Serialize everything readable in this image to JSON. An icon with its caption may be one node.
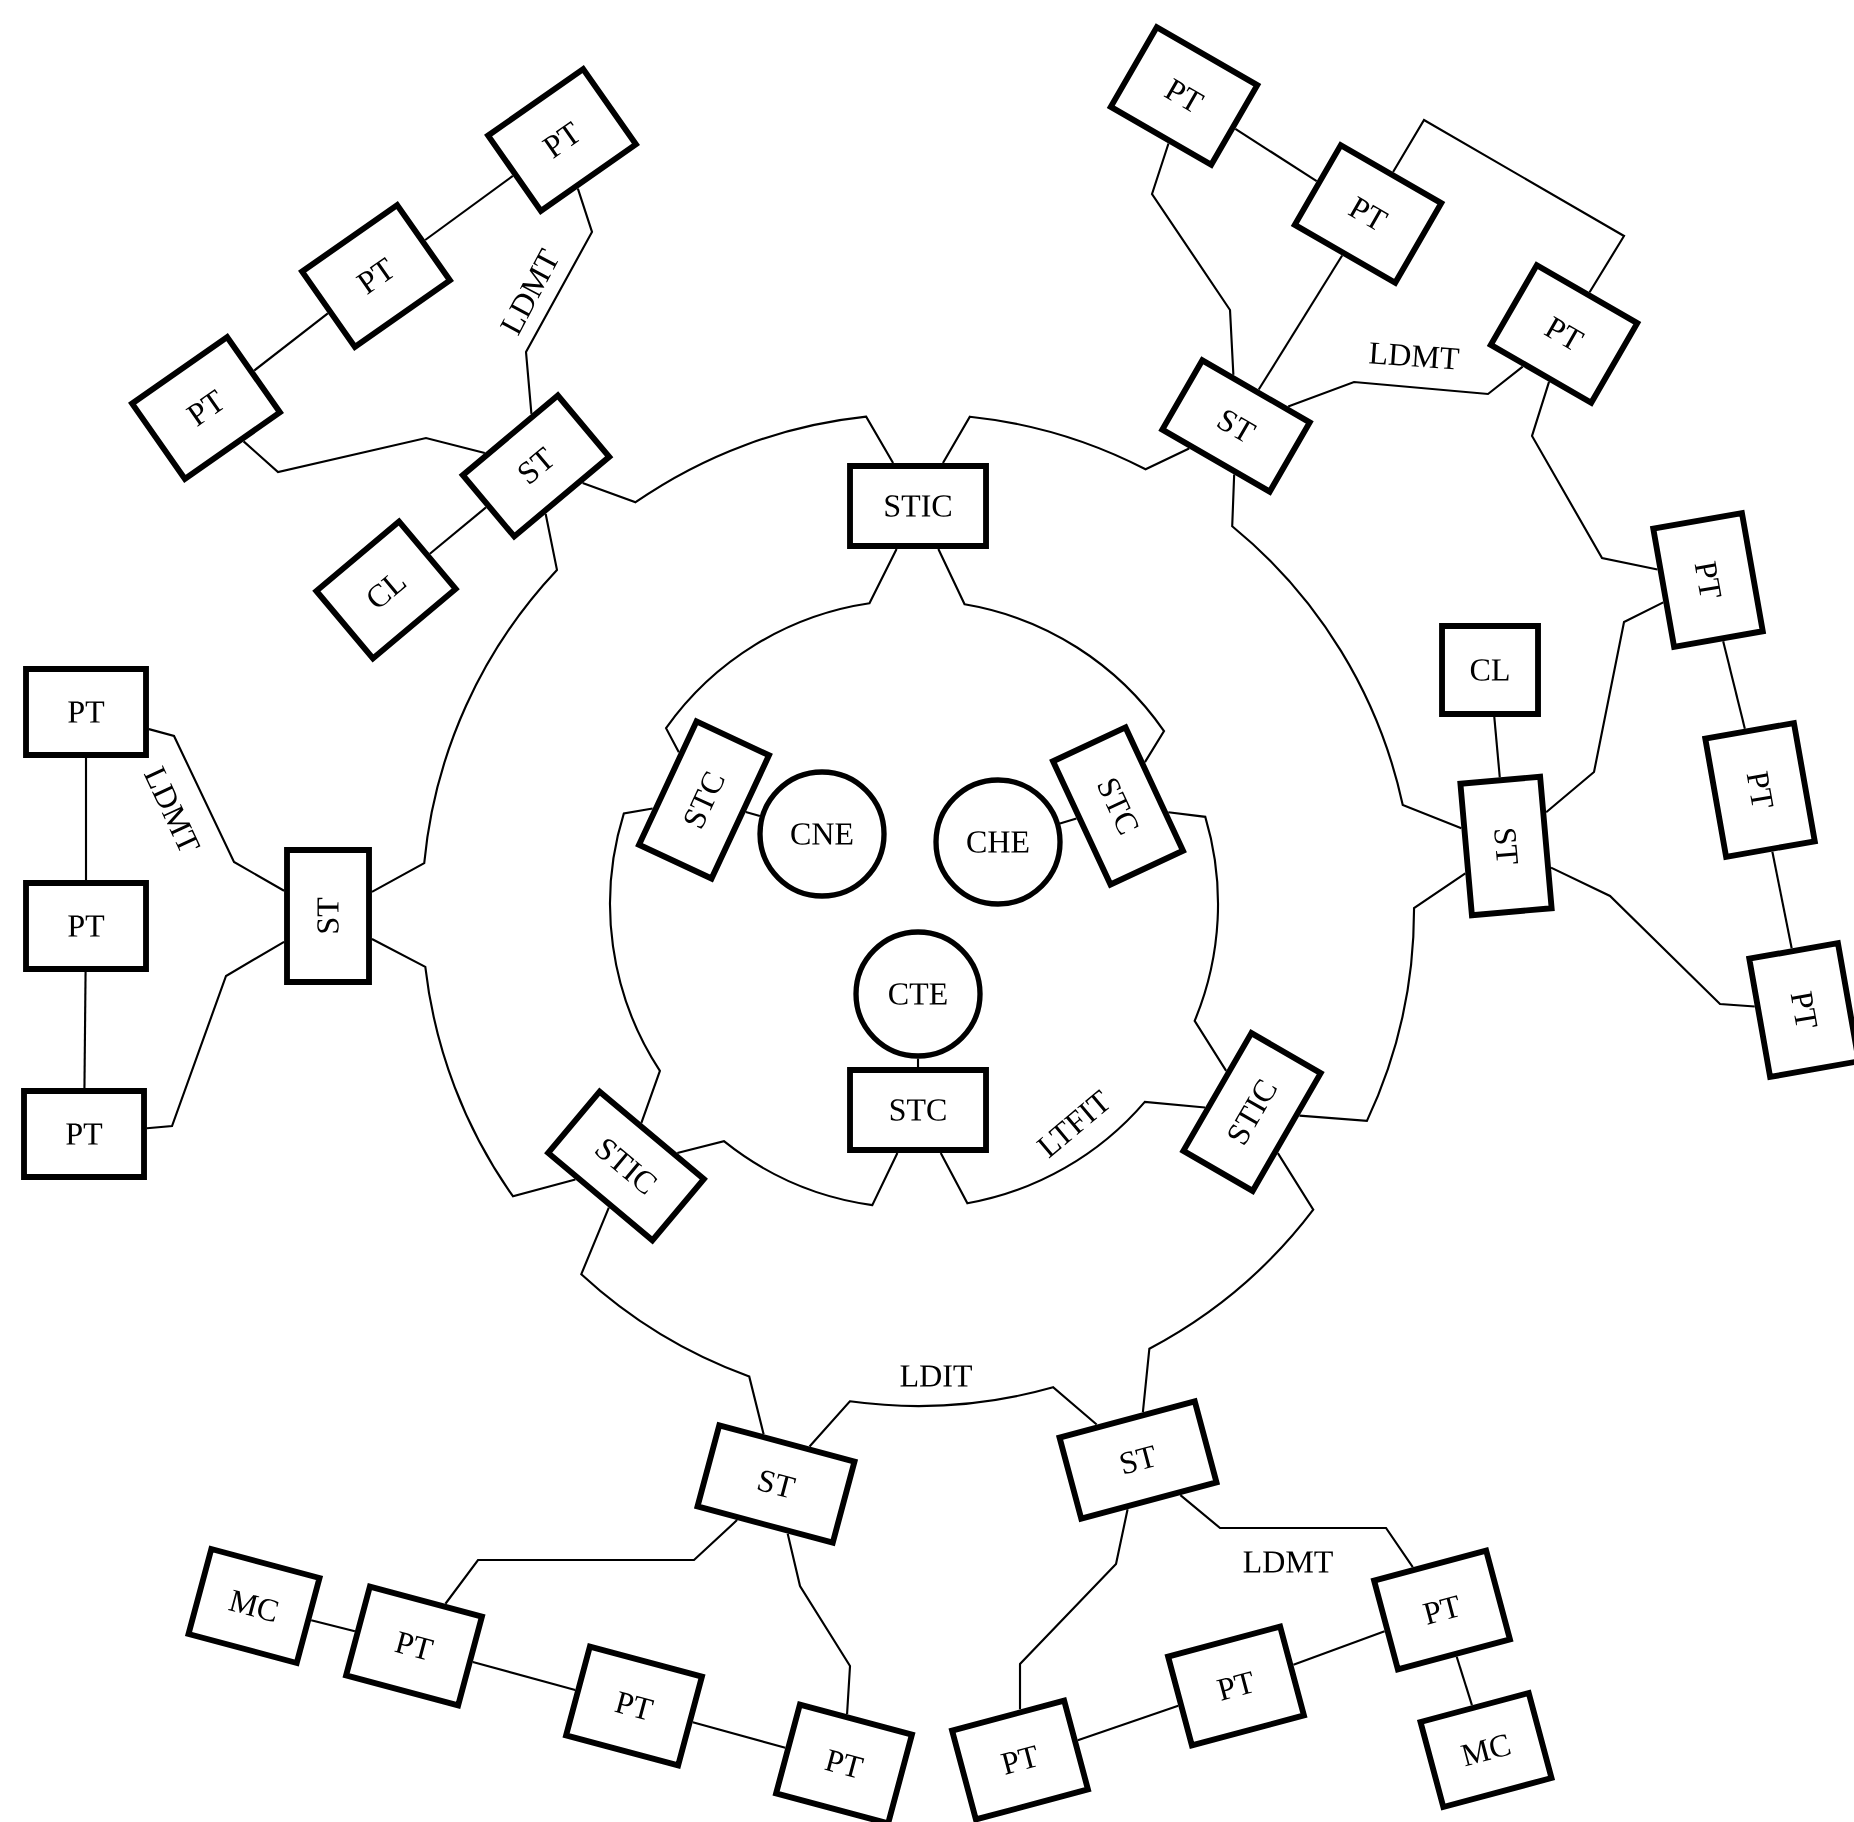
{
  "diagram": {
    "nodes": [
      {
        "text": [
          "PT"
        ]
      },
      {
        "text": [
          "PT"
        ]
      },
      {
        "text": [
          "PT"
        ]
      },
      {
        "text": [
          "PT"
        ]
      },
      {
        "text": [
          "PT"
        ]
      },
      {
        "text": [
          "PT"
        ]
      },
      {
        "text": [
          "ST"
        ]
      },
      {
        "text": [
          "ST"
        ]
      },
      {
        "text": [
          "STIC"
        ]
      },
      {
        "text": [
          "CL"
        ]
      },
      {
        "text": [
          "PT"
        ]
      },
      {
        "text": [
          "CL"
        ]
      },
      {
        "text": [
          "PT"
        ]
      },
      {
        "text": [
          "PT"
        ]
      },
      {
        "text": [
          "STC"
        ]
      },
      {
        "text": [
          "CNE"
        ]
      },
      {
        "text": [
          "CHE"
        ]
      },
      {
        "text": [
          "STC"
        ]
      },
      {
        "text": [
          "ST"
        ]
      },
      {
        "text": [
          "ST"
        ]
      },
      {
        "text": [
          "PT"
        ]
      },
      {
        "text": [
          "CTE"
        ]
      },
      {
        "text": [
          "PT"
        ]
      },
      {
        "text": [
          "STC"
        ]
      },
      {
        "text": [
          "STIC"
        ]
      },
      {
        "text": [
          "PT"
        ]
      },
      {
        "text": [
          "STIC"
        ]
      },
      {
        "text": [
          "ST"
        ]
      },
      {
        "text": [
          "ST"
        ]
      },
      {
        "text": [
          "PT"
        ]
      },
      {
        "text": [
          "MC"
        ]
      },
      {
        "text": [
          "PT"
        ]
      },
      {
        "text": [
          "PT"
        ]
      },
      {
        "text": [
          "PT"
        ]
      },
      {
        "text": [
          "MC"
        ]
      },
      {
        "text": [
          "PT"
        ]
      },
      {
        "text": [
          "PT"
        ]
      }
    ],
    "edges": [
      {
        "from": 8,
        "to": 6,
        "arrow": "none"
      },
      {
        "from": 6,
        "to": 18,
        "arrow": "none"
      },
      {
        "from": 18,
        "to": 24,
        "arrow": "none"
      },
      {
        "from": 24,
        "to": 27,
        "arrow": "none"
      },
      {
        "from": 27,
        "to": 28,
        "arrow": "none",
        "label": "LDIT"
      },
      {
        "from": 28,
        "to": 26,
        "arrow": "none"
      },
      {
        "from": 26,
        "to": 19,
        "arrow": "none"
      },
      {
        "from": 19,
        "to": 7,
        "arrow": "none"
      },
      {
        "from": 7,
        "to": 8,
        "arrow": "none"
      },
      {
        "from": 8,
        "to": 17,
        "arrow": "none"
      },
      {
        "from": 17,
        "to": 24,
        "arrow": "none"
      },
      {
        "from": 24,
        "to": 23,
        "arrow": "none",
        "label": "LTFIT"
      },
      {
        "from": 23,
        "to": 26,
        "arrow": "none"
      },
      {
        "from": 26,
        "to": 14,
        "arrow": "none"
      },
      {
        "from": 14,
        "to": 8,
        "arrow": "none"
      },
      {
        "from": 14,
        "to": 15,
        "arrow": "none"
      },
      {
        "from": 17,
        "to": 16,
        "arrow": "none"
      },
      {
        "from": 21,
        "to": 23,
        "arrow": "none"
      },
      {
        "from": 1,
        "to": 3,
        "arrow": "none"
      },
      {
        "from": 3,
        "to": 5,
        "arrow": "none"
      },
      {
        "from": 1,
        "to": 7,
        "arrow": "none",
        "label": "LDMT"
      },
      {
        "from": 5,
        "to": 7,
        "arrow": "none"
      },
      {
        "from": 9,
        "to": 7,
        "arrow": "none"
      },
      {
        "from": 12,
        "to": 20,
        "arrow": "none"
      },
      {
        "from": 20,
        "to": 25,
        "arrow": "none"
      },
      {
        "from": 12,
        "to": 19,
        "arrow": "none",
        "label": "LDMT"
      },
      {
        "from": 25,
        "to": 19,
        "arrow": "none"
      },
      {
        "from": 0,
        "to": 2,
        "arrow": "none"
      },
      {
        "from": 0,
        "to": 6,
        "arrow": "none"
      },
      {
        "from": 2,
        "to": 6,
        "arrow": "none"
      },
      {
        "from": 2,
        "to": 4,
        "arrow": "none"
      },
      {
        "from": 4,
        "to": 6,
        "arrow": "none",
        "label": "LDMT"
      },
      {
        "from": 4,
        "to": 10,
        "arrow": "none"
      },
      {
        "from": 10,
        "to": 18,
        "arrow": "none"
      },
      {
        "from": 11,
        "to": 18,
        "arrow": "none"
      },
      {
        "from": 10,
        "to": 13,
        "arrow": "none"
      },
      {
        "from": 13,
        "to": 22,
        "arrow": "none"
      },
      {
        "from": 18,
        "to": 22,
        "arrow": "none"
      },
      {
        "from": 28,
        "to": 31,
        "arrow": "none"
      },
      {
        "from": 28,
        "to": 36,
        "arrow": "none"
      },
      {
        "from": 30,
        "to": 31,
        "arrow": "none"
      },
      {
        "from": 31,
        "to": 33,
        "arrow": "none"
      },
      {
        "from": 33,
        "to": 36,
        "arrow": "none"
      },
      {
        "from": 27,
        "to": 35,
        "arrow": "none"
      },
      {
        "from": 27,
        "to": 29,
        "arrow": "none",
        "label": "LDMT"
      },
      {
        "from": 35,
        "to": 32,
        "arrow": "none"
      },
      {
        "from": 32,
        "to": 29,
        "arrow": "none"
      },
      {
        "from": 29,
        "to": 34,
        "arrow": "none"
      }
    ]
  }
}
